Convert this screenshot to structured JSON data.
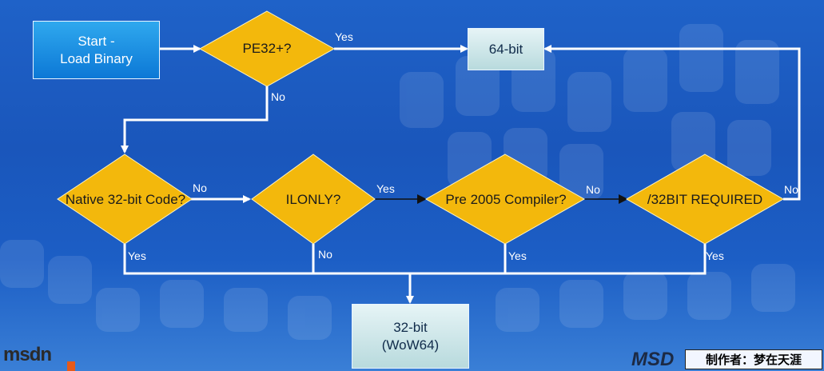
{
  "nodes": {
    "start": "Start -\nLoad Binary",
    "pe32": "PE32+?",
    "native": "Native 32-bit Code?",
    "ilonly": "ILONLY?",
    "pre2005": "Pre 2005 Compiler?",
    "req32": "/32BIT REQUIRED",
    "out64": "64-bit",
    "out32": "32-bit\n(WoW64)"
  },
  "edges": {
    "pe32_yes": "Yes",
    "pe32_no": "No",
    "native_no": "No",
    "native_yes": "Yes",
    "ilonly_yes": "Yes",
    "ilonly_no": "No",
    "pre2005_no": "No",
    "pre2005_yes": "Yes",
    "req32_no": "No",
    "req32_yes": "Yes"
  },
  "footer": {
    "logo_left": "msdn",
    "logo_right": "MSD",
    "stamp": "制作者：梦在天涯"
  },
  "colors": {
    "diamond": "#f3b80c",
    "start_box": "#1488e0",
    "result_box": "#cfe8ea",
    "connector": "#ffffff"
  }
}
